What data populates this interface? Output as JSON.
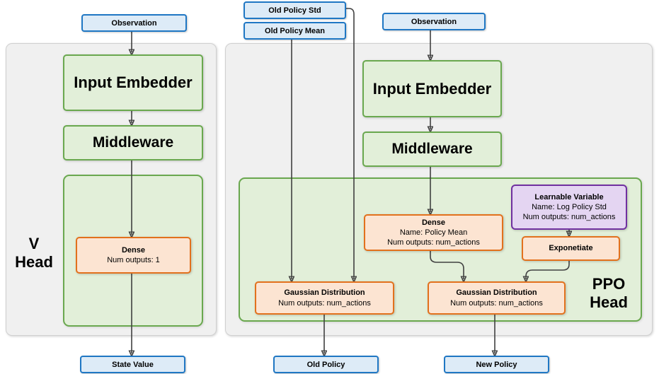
{
  "diagram": {
    "title": "PPO actor-critic network architecture",
    "colors": {
      "panel_bg": "#f0f0f0",
      "green_fill": "#e2efd9",
      "green_stroke": "#6aa84f",
      "orange_fill": "#fce4d2",
      "orange_stroke": "#e2711d",
      "purple_fill": "#e4d5f2",
      "purple_stroke": "#7030a0",
      "blue_fill": "#ddebf7",
      "blue_stroke": "#1f77c4",
      "arrow": "#404040"
    }
  },
  "inputs": {
    "observation_left": "Observation",
    "observation_right": "Observation",
    "old_policy_std": "Old Policy Std",
    "old_policy_mean": "Old Policy Mean"
  },
  "outputs": {
    "state_value": "State Value",
    "old_policy": "Old Policy",
    "new_policy": "New Policy"
  },
  "v_head": {
    "label": "V\nHead",
    "label_line1": "V",
    "label_line2": "Head",
    "input_embedder": "Input Embedder",
    "middleware": "Middleware",
    "dense": {
      "title": "Dense",
      "num_outputs": "Num outputs: 1"
    }
  },
  "ppo_head": {
    "label_line1": "PPO",
    "label_line2": "Head",
    "input_embedder": "Input Embedder",
    "middleware": "Middleware",
    "dense_policy_mean": {
      "title": "Dense",
      "name": "Name: Policy Mean",
      "num_outputs": "Num outputs: num_actions"
    },
    "learnable_variable": {
      "title": "Learnable Variable",
      "name": "Name: Log Policy Std",
      "num_outputs": "Num outputs: num_actions"
    },
    "exponentiate": "Exponetiate",
    "gaussian_old": {
      "title": "Gaussian Distribution",
      "num_outputs": "Num outputs: num_actions"
    },
    "gaussian_new": {
      "title": "Gaussian Distribution",
      "num_outputs": "Num outputs: num_actions"
    }
  }
}
